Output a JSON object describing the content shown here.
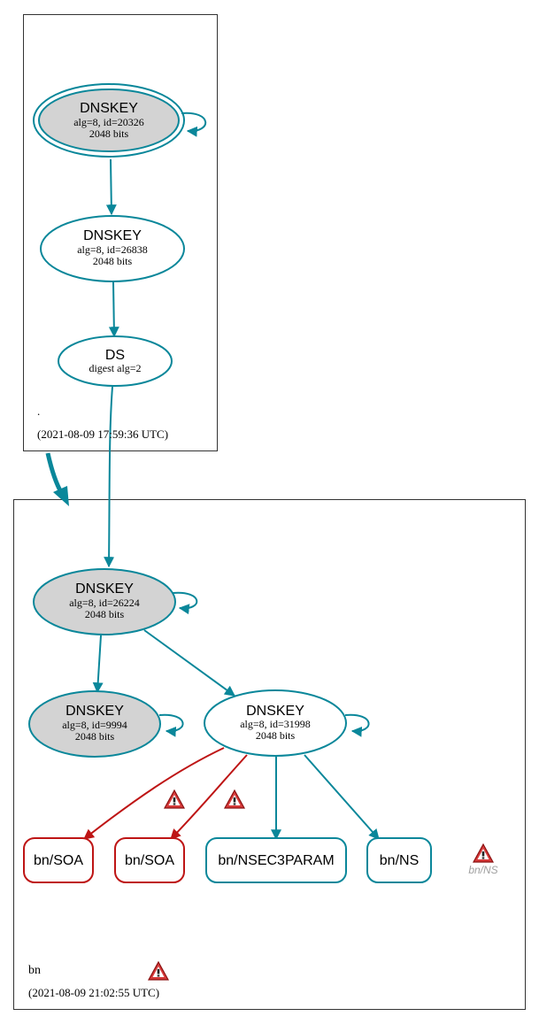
{
  "colors": {
    "secure": "#0a879a",
    "bogus": "#be1515",
    "gray_fill": "#d3d3d3",
    "border": "#333333",
    "warn_fill": "#d63a3a",
    "ghost_text": "#a0a0a0"
  },
  "zones": {
    "root": {
      "name": ".",
      "timestamp": "(2021-08-09 17:59:36 UTC)"
    },
    "bn": {
      "name": "bn",
      "timestamp": "(2021-08-09 21:02:55 UTC)"
    }
  },
  "nodes": {
    "root_ksk": {
      "title": "DNSKEY",
      "line1": "alg=8, id=20326",
      "line2": "2048 bits"
    },
    "root_zsk": {
      "title": "DNSKEY",
      "line1": "alg=8, id=26838",
      "line2": "2048 bits"
    },
    "root_ds": {
      "title": "DS",
      "line1": "digest alg=2"
    },
    "bn_ksk": {
      "title": "DNSKEY",
      "line1": "alg=8, id=26224",
      "line2": "2048 bits"
    },
    "bn_key2": {
      "title": "DNSKEY",
      "line1": "alg=8, id=9994",
      "line2": "2048 bits"
    },
    "bn_zsk": {
      "title": "DNSKEY",
      "line1": "alg=8, id=31998",
      "line2": "2048 bits"
    }
  },
  "records": {
    "soa1": "bn/SOA",
    "soa2": "bn/SOA",
    "nsec3param": "bn/NSEC3PARAM",
    "ns": "bn/NS",
    "ns_missing": "bn/NS"
  },
  "icons": {
    "warning": "warning-triangle-icon"
  }
}
